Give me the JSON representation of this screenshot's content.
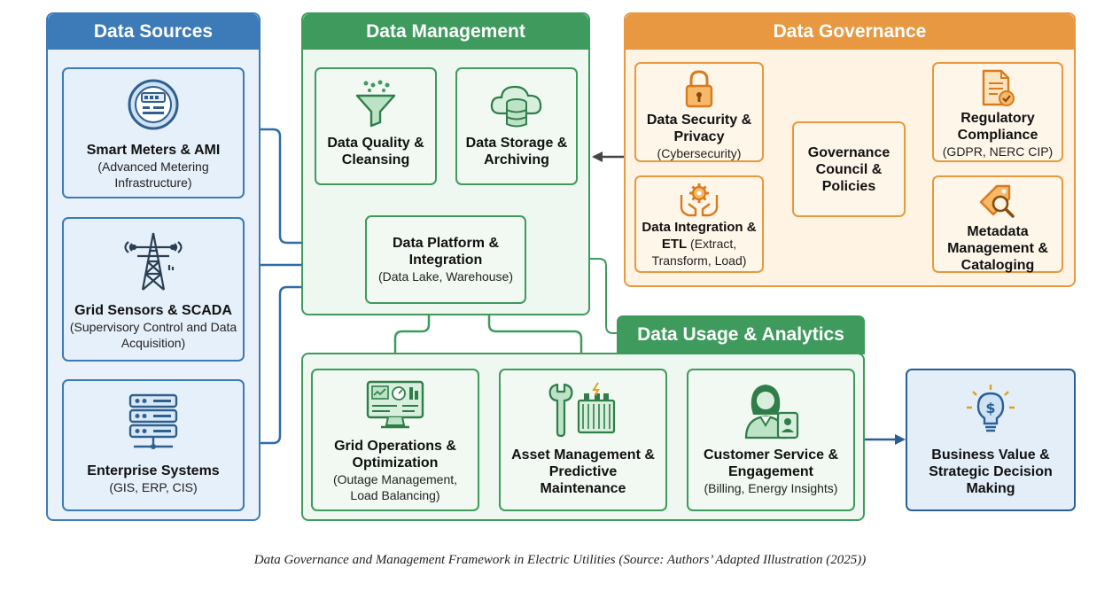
{
  "colors": {
    "blue": "#3d7ab8",
    "green": "#3f9a5e",
    "orange": "#e89840",
    "arrow_dark": "#444444"
  },
  "sources": {
    "title": "Data Sources",
    "items": [
      {
        "title": "Smart Meters & AMI",
        "sub": "(Advanced Metering Infrastructure)",
        "icon": "smart-meter-icon"
      },
      {
        "title": "Grid Sensors & SCADA",
        "sub": "(Supervisory Control and Data Acquisition)",
        "icon": "transmission-tower-icon"
      },
      {
        "title": "Enterprise Systems",
        "sub": "(GIS, ERP, CIS)",
        "icon": "server-rack-icon"
      }
    ]
  },
  "management": {
    "title": "Data Management",
    "quality": {
      "title": "Data Quality & Cleansing",
      "icon": "filter-funnel-icon"
    },
    "storage": {
      "title": "Data Storage & Archiving",
      "icon": "cloud-database-icon"
    },
    "platform": {
      "title": "Data Platform & Integration",
      "sub": "(Data Lake, Warehouse)"
    }
  },
  "governance": {
    "title": "Data Governance",
    "security": {
      "title": "Data Security & Privacy",
      "sub": "(Cybersecurity)",
      "icon": "padlock-icon"
    },
    "integration": {
      "title": "Data Integration & ETL",
      "sub_inline": "(Extract, Transform, Load)",
      "icon": "hands-gear-icon"
    },
    "council": {
      "title": "Governance Council & Policies"
    },
    "compliance": {
      "title": "Regulatory Compliance",
      "sub": "(GDPR, NERC CIP)",
      "icon": "document-check-icon"
    },
    "metadata": {
      "title": "Metadata Management & Cataloging",
      "icon": "tag-magnifier-icon"
    }
  },
  "usage": {
    "title": "Data Usage & Analytics",
    "items": [
      {
        "title": "Grid Operations & Optimization",
        "sub": "(Outage Management, Load Balancing)",
        "icon": "monitor-dashboard-icon"
      },
      {
        "title": "Asset Management & Predictive Maintenance",
        "sub": "",
        "icon": "wrench-transformer-icon"
      },
      {
        "title": "Customer Service & Engagement",
        "sub": "(Billing, Energy Insights)",
        "icon": "customer-agent-icon"
      }
    ]
  },
  "value": {
    "title": "Business Value & Strategic Decision Making",
    "icon": "lightbulb-dollar-icon"
  },
  "caption": "Data Governance and Management Framework in Electric Utilities (Source: Authors’ Adapted Illustration (2025))"
}
